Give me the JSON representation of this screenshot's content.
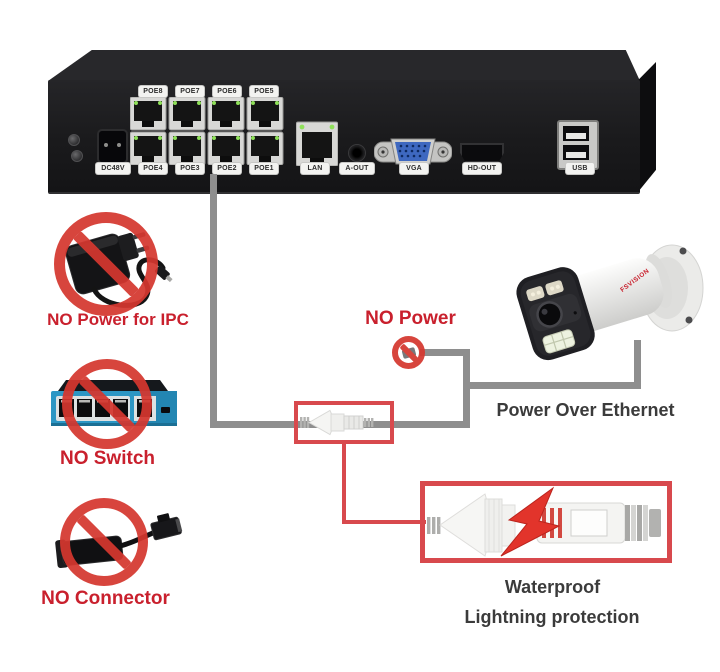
{
  "nvr": {
    "poe_labels_top": [
      "POE8",
      "POE7",
      "POE6",
      "POE5"
    ],
    "poe_labels_bottom": [
      "POE4",
      "POE3",
      "POE2",
      "POE1"
    ],
    "port_labels": {
      "dc": "DC48V",
      "lan": "LAN",
      "audio": "A-OUT",
      "vga": "VGA",
      "hdmi": "HD-OUT",
      "usb": "USB"
    }
  },
  "warnings": {
    "no_power_ipc": "NO Power for IPC",
    "no_switch": "NO Switch",
    "no_connector": "NO Connector",
    "no_power": "NO Power"
  },
  "camera": {
    "brand": "FSVISION",
    "caption": "Power Over Ethernet"
  },
  "waterproof": {
    "line1": "Waterproof",
    "line2": "Lightning protection"
  },
  "colors": {
    "warning_red": "#c9202d",
    "ban_red": "#d5372f",
    "cable_gray": "#8e8e8e",
    "line_red": "#d8494d",
    "caption_dark": "#3b3b3b",
    "switch_blue": "#2c96c4",
    "vga_blue": "#3e68c0",
    "poe_led_green": "#8fe05a"
  }
}
